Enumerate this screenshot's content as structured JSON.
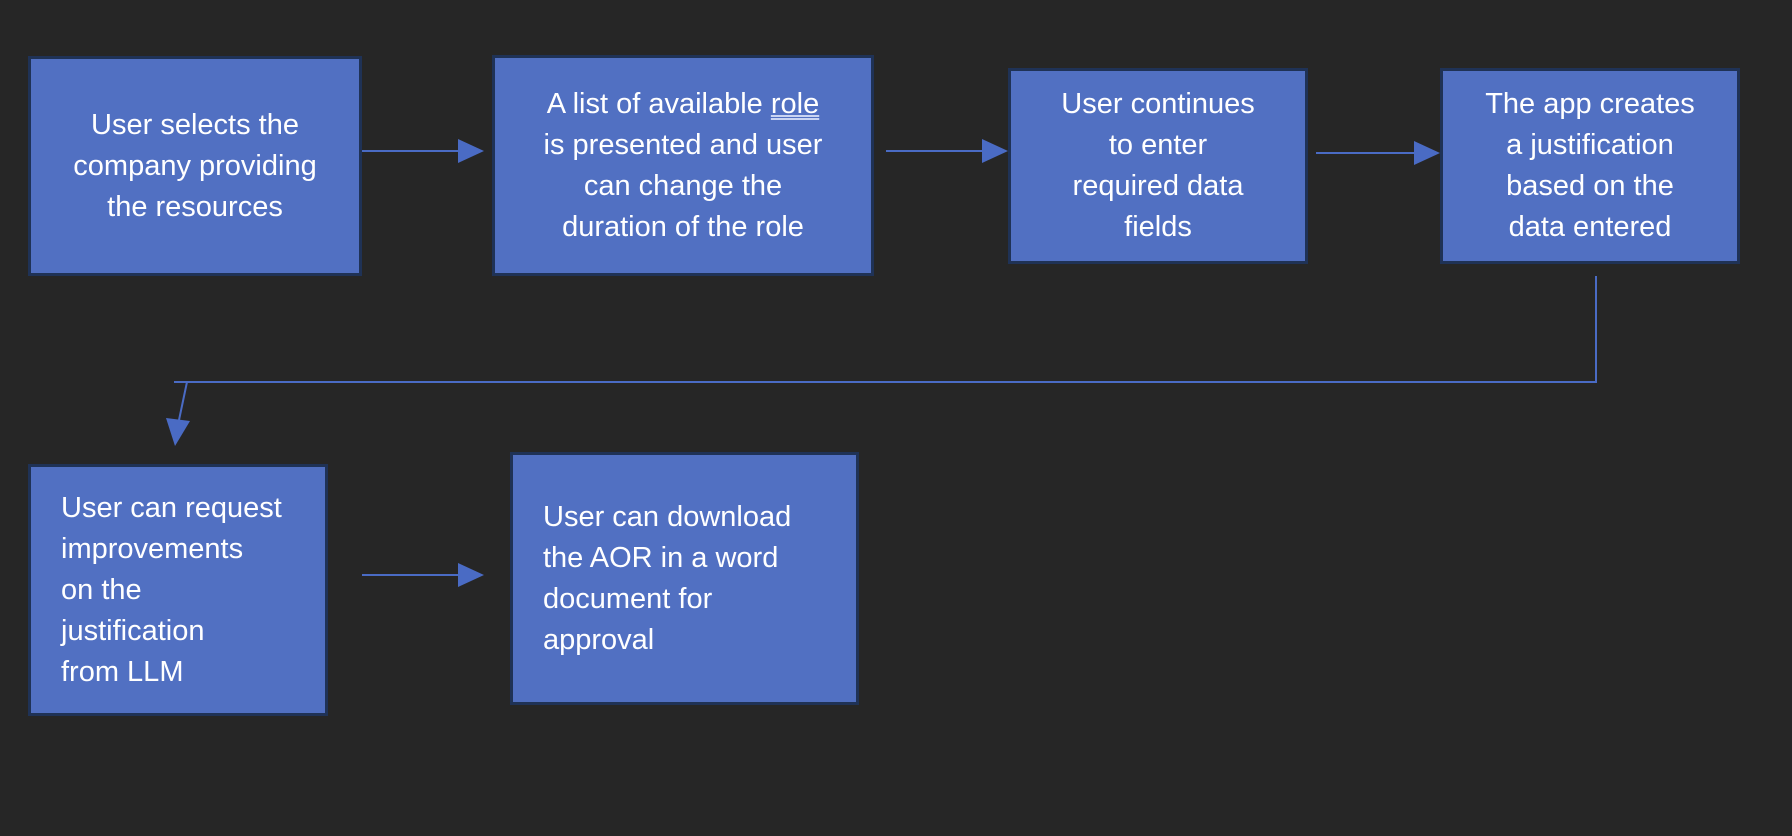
{
  "diagram": {
    "steps": [
      {
        "id": "select-company",
        "lines": [
          "User selects the",
          "company providing",
          "the resources"
        ]
      },
      {
        "id": "list-roles",
        "lines": [
          "A list of available role",
          "is presented and user",
          "can change the",
          "duration of the role"
        ]
      },
      {
        "id": "enter-fields",
        "lines": [
          "User continues",
          "to enter",
          "required data",
          "fields"
        ]
      },
      {
        "id": "create-justification",
        "lines": [
          "The app creates",
          "a justification",
          "based on the",
          "data entered"
        ]
      },
      {
        "id": "request-improvements",
        "lines": [
          "User can request",
          "improvements",
          "on the",
          "justification",
          "from LLM"
        ]
      },
      {
        "id": "download-aor",
        "lines": [
          "User can download",
          "the AOR in a word",
          "document for",
          "approval"
        ]
      }
    ],
    "connections": [
      {
        "from": "select-company",
        "to": "list-roles"
      },
      {
        "from": "list-roles",
        "to": "enter-fields"
      },
      {
        "from": "enter-fields",
        "to": "create-justification"
      },
      {
        "from": "create-justification",
        "to": "request-improvements"
      },
      {
        "from": "request-improvements",
        "to": "download-aor"
      }
    ],
    "colors": {
      "background": "#262626",
      "box_fill": "#5170c2",
      "box_border": "#1f3256",
      "connector": "#4a6bc4",
      "text": "#ffffff"
    }
  }
}
